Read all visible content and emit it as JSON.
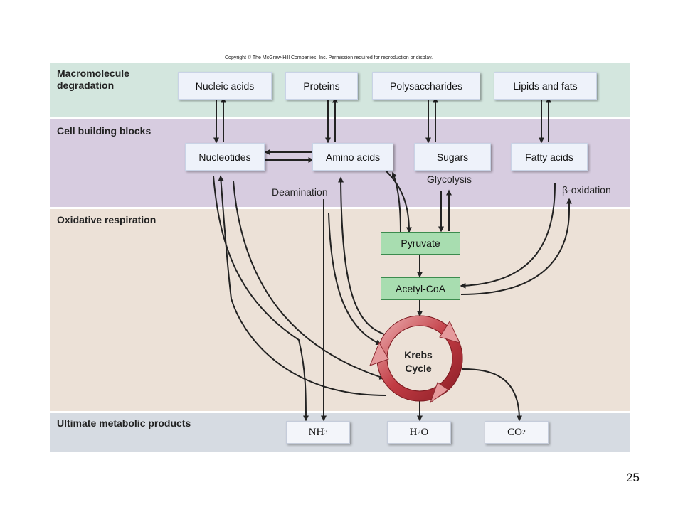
{
  "copyright": "Copyright © The McGraw-Hill Companies, Inc. Permission required for reproduction or display.",
  "bands": {
    "macro": {
      "title": "Macromolecule\ndegradation",
      "color": "#d3e6de"
    },
    "blocks": {
      "title": "Cell building blocks",
      "color": "#d7cce0"
    },
    "oxidative": {
      "title": "Oxidative respiration",
      "color": "#ece1d7"
    },
    "products": {
      "title": "Ultimate metabolic products",
      "color": "#d6dbe2"
    }
  },
  "macromolecules": [
    "Nucleic acids",
    "Proteins",
    "Polysaccharides",
    "Lipids and fats"
  ],
  "building_blocks": [
    "Nucleotides",
    "Amino acids",
    "Sugars",
    "Fatty acids"
  ],
  "intermediates": {
    "pyruvate": "Pyruvate",
    "acetyl_coa": "Acetyl-CoA"
  },
  "process_labels": {
    "deamination": "Deamination",
    "glycolysis": "Glycolysis",
    "beta_oxidation": "β-oxidation"
  },
  "krebs": "Krebs\nCycle",
  "products": [
    {
      "base": "NH",
      "sub": "3"
    },
    {
      "base": "H",
      "sub": "2",
      "tail": "O"
    },
    {
      "base": "CO",
      "sub": "2"
    }
  ],
  "colors": {
    "arrow": "#222222",
    "krebs_ring": "#b3333a",
    "intermediate_box": "#a8ddb0"
  },
  "page_number": "25"
}
